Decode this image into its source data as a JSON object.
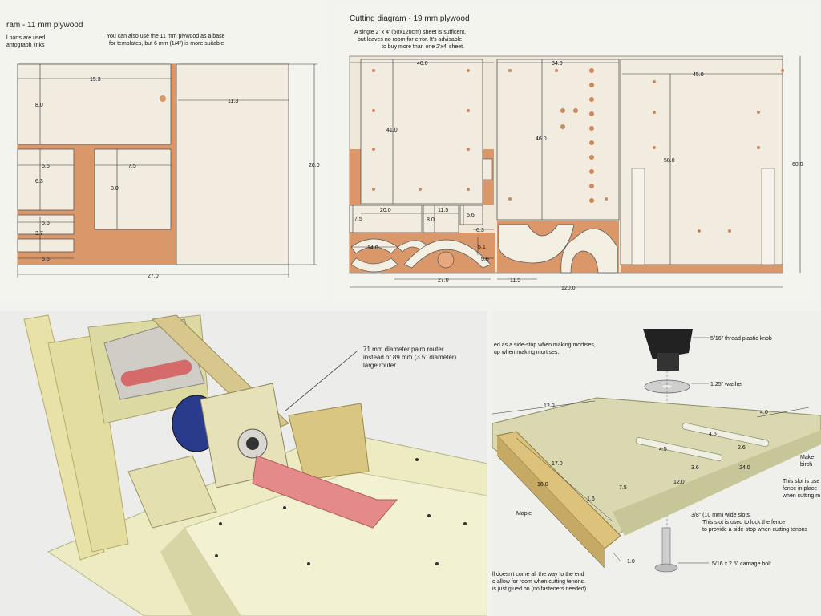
{
  "panel1": {
    "title": "ram - 11 mm plywood",
    "note_left_1": "l parts are used",
    "note_left_2": "antograph links",
    "note_right_1": "You can also use the 11 mm plywood as a base",
    "note_right_2": "for templates, but 6 mm (1/4\") is more suitable",
    "dims": {
      "d15_3": "15.3",
      "d11_3": "11.3",
      "d8_0_a": "8.0",
      "d5_6_a": "5.6",
      "d6_3": "6.3",
      "d7_5": "7.5",
      "d8_0_b": "8.0",
      "d5_6_b": "5.6",
      "d3_7": "3.7",
      "d5_6_c": "5.6",
      "d20_0": "20.0",
      "d27_0": "27.0"
    }
  },
  "panel2": {
    "title": "Cutting diagram - 19 mm plywood",
    "note_1": "A single 2' x 4' (60x120cm) sheet is sufficent,",
    "note_2": "but leaves no room for error.  It's advisable",
    "note_3": "to buy more than one 2'x4' sheet.",
    "dims": {
      "d40_0": "40.0",
      "d34_0": "34.0",
      "d45_0": "45.0",
      "d41_0": "41.0",
      "d46_0": "46.0",
      "d58_0": "58.0",
      "d60_0": "60.0",
      "d7_5": "7.5",
      "d20_0": "20.0",
      "d11_5_a": "11.5",
      "d8_0": "8.0",
      "d5_6_a": "5.6",
      "d6_3": "6.3",
      "d14_0": "14.0",
      "d5_1": "5.1",
      "d5_6_b": "5.6",
      "d27_0": "27.0",
      "d11_5_b": "11.5",
      "d120_0": "120.0"
    }
  },
  "panel3": {
    "annotation_1": "71 mm diameter palm router",
    "annotation_2": "instead of 89 mm (3.5\" diameter)",
    "annotation_3": "large router"
  },
  "panel4": {
    "note_tl_1": "ed as a side-stop when making mortises,",
    "note_tl_2": "up when making mortises.",
    "knob_label": "5/16\" thread plastic knob",
    "washer_label": "1.25\" washer",
    "bolt_label": "5/16 x 2.5\" carriage bolt",
    "maple_label": "Maple",
    "make_1": "Make",
    "make_2": "birch",
    "slot_1": "This slot is use",
    "slot_2": "fence in place",
    "slot_3": "when cutting m",
    "wide_1": "3/8\" (10 mm) wide slots.",
    "wide_2": "This slot is used to lock the fence",
    "wide_3": "to provide a side-stop when cutting tenons",
    "bottom_1": "ll doesn't come all the way to the end",
    "bottom_2": "o allow for room when cutting tenons.",
    "bottom_3": "is just glued on (no fasteners needed)",
    "dims": {
      "d12_0_a": "12.0",
      "d4_0": "4.0",
      "d17_0": "17.0",
      "d16_0": "16.0",
      "d1_6": "1.6",
      "d7_5": "7.5",
      "d4_5_a": "4.5",
      "d4_5_b": "4.5",
      "d2_6": "2.6",
      "d3_6": "3.6",
      "d12_0_b": "12.0",
      "d24_0": "24.0",
      "d1_0": "1.0"
    }
  }
}
